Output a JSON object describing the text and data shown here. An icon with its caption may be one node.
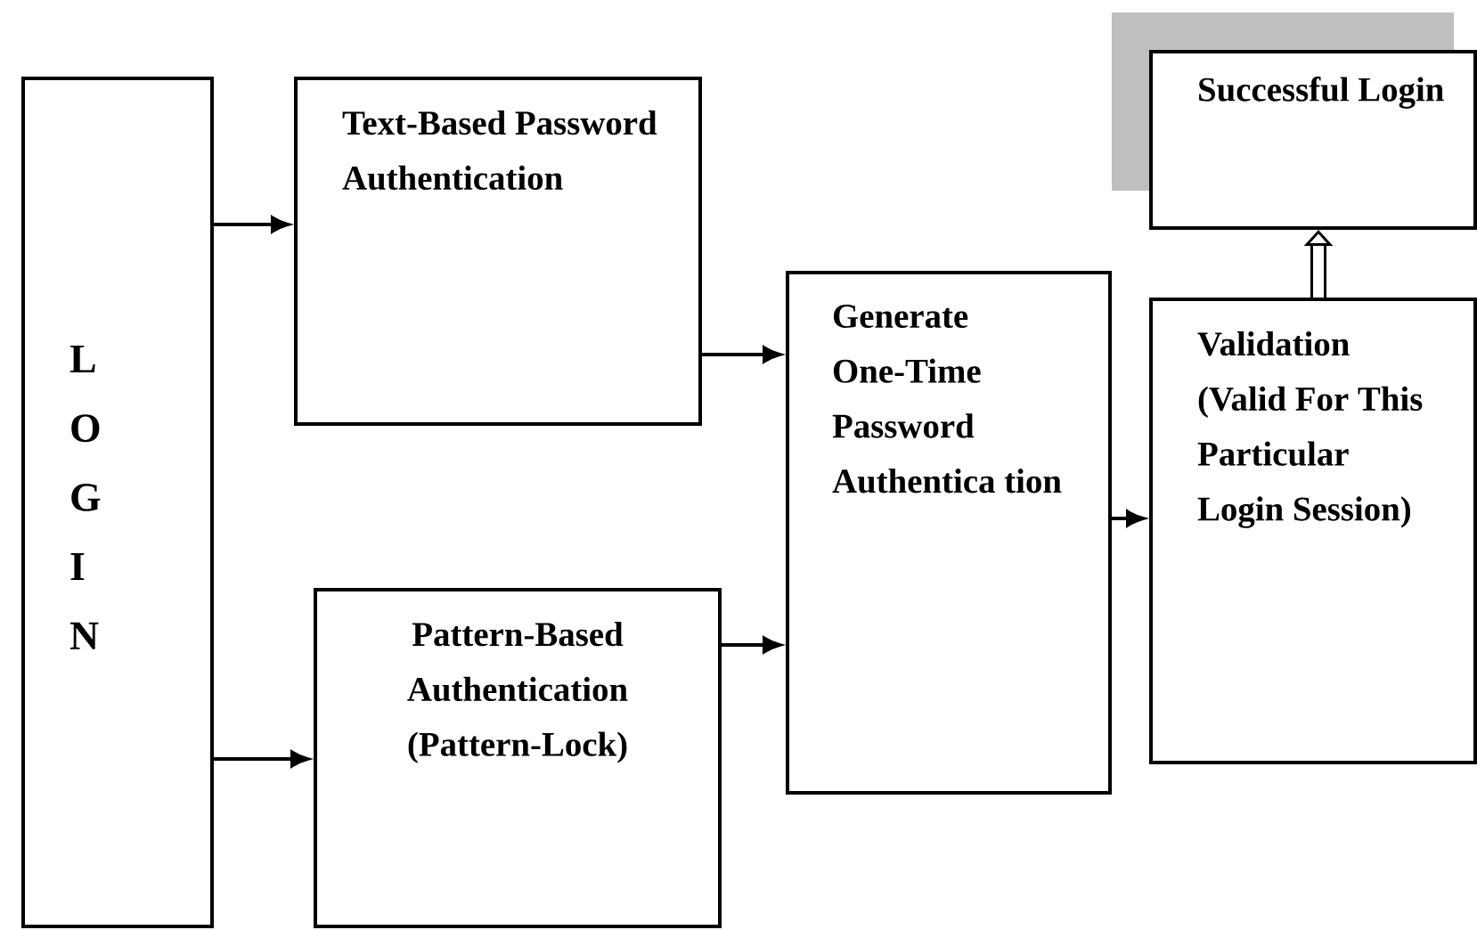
{
  "diagram": {
    "nodes": [
      {
        "text": [
          "L O G I N"
        ]
      },
      {
        "text": [
          "Text-Based Password Authentication"
        ]
      },
      {
        "text": [
          "Pattern-Based Authentication (Pattern-Lock)"
        ]
      },
      {
        "text": [
          "Generate One-Time Password Authentica tion"
        ]
      },
      {
        "text": [
          "Validation (Valid For This Particular Login Session)"
        ]
      },
      {
        "text": [
          "Successful Login"
        ]
      }
    ],
    "edges": [
      {
        "from": 0,
        "to": 1,
        "arrow": "to"
      },
      {
        "from": 0,
        "to": 2,
        "arrow": "to"
      },
      {
        "from": 1,
        "to": 3,
        "arrow": "to"
      },
      {
        "from": 2,
        "to": 3,
        "arrow": "to"
      },
      {
        "from": 3,
        "to": 4,
        "arrow": "to"
      },
      {
        "from": 4,
        "to": 5,
        "arrow": "to",
        "style": "thick"
      }
    ]
  }
}
